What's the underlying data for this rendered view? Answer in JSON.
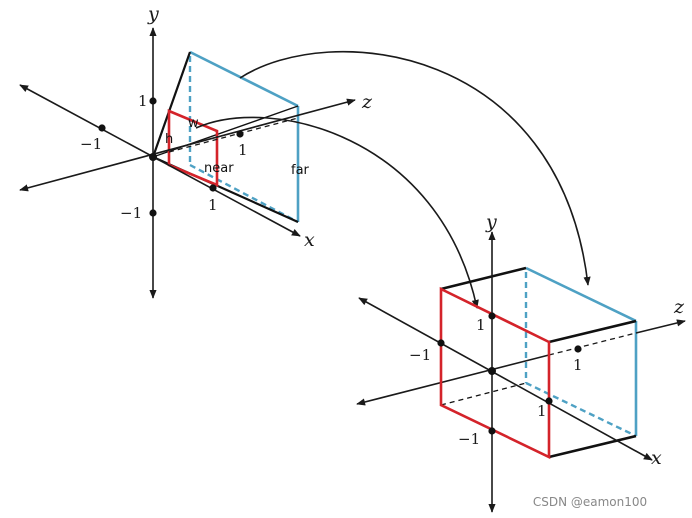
{
  "colors": {
    "axis": "#1a1a1a",
    "near": "#d4232a",
    "far": "#4ea1c4",
    "frustum_edge": "#111111"
  },
  "frustum": {
    "axis_y": "y",
    "axis_z": "z",
    "axis_x": "x",
    "y_pos_tick": "1",
    "y_neg_tick": "−1",
    "x_tick": "1",
    "z_tick": "1",
    "left_tick": "−1",
    "label_w": "w",
    "label_h": "h",
    "label_near": "near",
    "label_far": "far"
  },
  "cube": {
    "axis_y": "y",
    "axis_z": "z",
    "axis_x": "x",
    "y_pos_tick": "1",
    "y_neg_tick": "−1",
    "x_tick": "1",
    "z_tick": "1",
    "left_tick": "−1"
  },
  "watermark": "CSDN @eamon100"
}
